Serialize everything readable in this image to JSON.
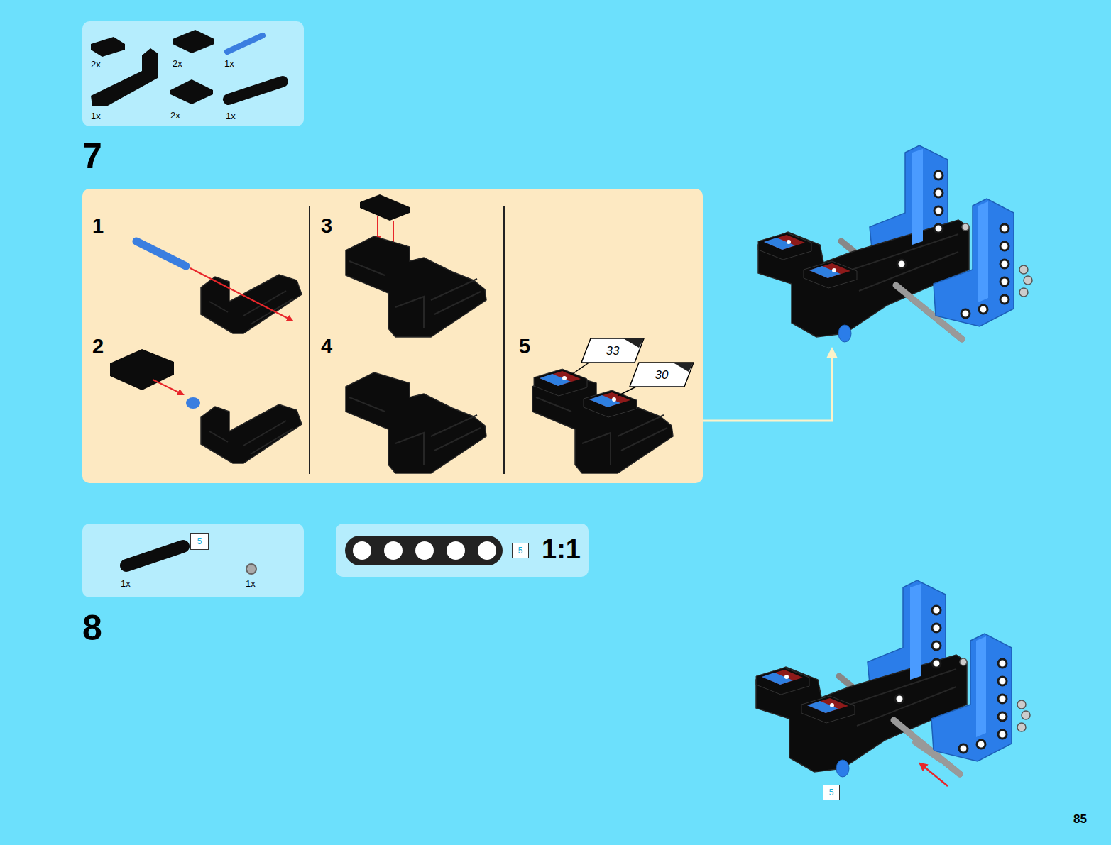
{
  "diagram": {
    "nodes": [
      {
        "text": [
          "2x",
          "2x",
          "1x",
          "1x",
          "2x",
          "1x"
        ]
      },
      {
        "text": [
          "1",
          "3",
          "2",
          "4",
          "5"
        ]
      },
      {
        "text": [
          "33"
        ],
        "in": 1
      },
      {
        "text": [
          "30"
        ],
        "in": 1
      },
      {
        "text": [
          "1x",
          "1x"
        ]
      },
      {
        "text": [
          "5"
        ],
        "in": 4
      },
      {
        "text": [
          "1:1"
        ]
      },
      {
        "text": [
          "5"
        ],
        "in": 6
      },
      {
        "text": [
          "5"
        ]
      }
    ],
    "labels": [
      "7",
      "8",
      "85"
    ]
  }
}
